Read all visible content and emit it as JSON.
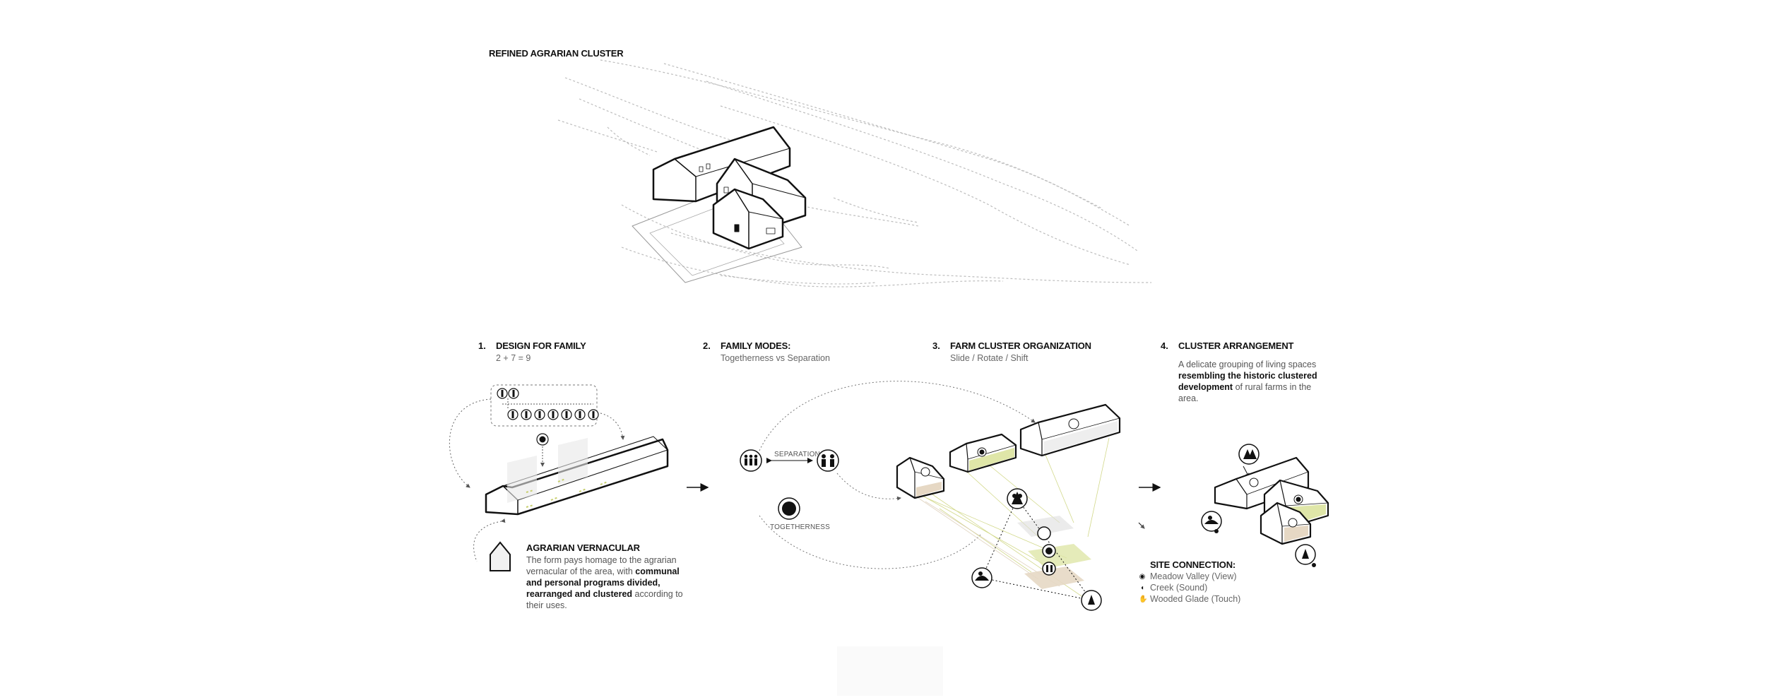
{
  "title": "REFINED AGRARIAN CLUSTER",
  "steps": [
    {
      "num": "1.",
      "title": "DESIGN FOR FAMILY",
      "subtitle": "2 + 7 = 9"
    },
    {
      "num": "2.",
      "title": "FAMILY MODES:",
      "subtitle": "Togetherness vs Separation"
    },
    {
      "num": "3.",
      "title": "FARM CLUSTER ORGANIZATION",
      "subtitle": "Slide / Rotate / Shift"
    },
    {
      "num": "4.",
      "title": "CLUSTER ARRANGEMENT",
      "subtitle": ""
    }
  ],
  "cluster_text": {
    "part1": "A delicate grouping of living spaces ",
    "bold": "resembling the historic clustered development",
    "part2": " of rural farms in the area."
  },
  "vernacular": {
    "title": "AGRARIAN VERNACULAR",
    "part1": "The form pays homage to the agrarian vernacular of the area, with ",
    "bold": "communal and personal programs divided, rearranged and clustered",
    "part2": " according to their uses."
  },
  "modes": {
    "separation": "SEPARATION",
    "togetherness": "TOGETHERNESS"
  },
  "site_connection": {
    "title": "SITE CONNECTION:",
    "items": [
      {
        "icon": "eye-icon",
        "label": "Meadow Valley (View)"
      },
      {
        "icon": "sound-icon",
        "label": "Creek (Sound)"
      },
      {
        "icon": "hand-icon",
        "label": "Wooded Glade (Touch)"
      }
    ]
  },
  "colors": {
    "accent_yellow": "#dfe6a8",
    "accent_tan": "#e6d8c4",
    "line": "#111111",
    "contour": "#bdbdbd"
  }
}
